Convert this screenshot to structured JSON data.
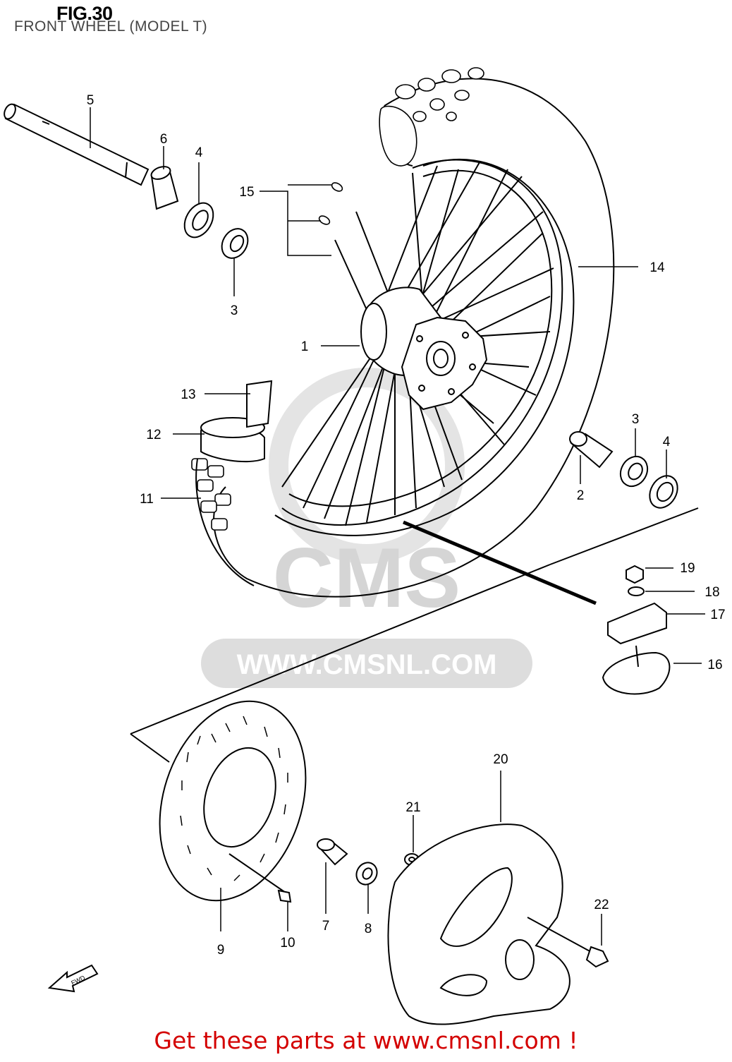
{
  "header": {
    "fig_title": "FIG.30",
    "subtitle": "FRONT WHEEL (MODEL T)"
  },
  "watermark": {
    "brand": "CMS",
    "url": "WWW.CMSNL.COM"
  },
  "fwd_label": "FWD",
  "callouts": [
    "1",
    "2",
    "3",
    "3",
    "4",
    "4",
    "5",
    "6",
    "7",
    "8",
    "9",
    "10",
    "11",
    "12",
    "13",
    "14",
    "15",
    "16",
    "17",
    "18",
    "19",
    "20",
    "21",
    "22"
  ],
  "footer": {
    "prefix": "Get these parts at ",
    "link": "www.cmsnl.com",
    "suffix": " !"
  },
  "colors": {
    "line": "#000000",
    "watermark": "#d9d9d9",
    "cta": "#d40000"
  }
}
